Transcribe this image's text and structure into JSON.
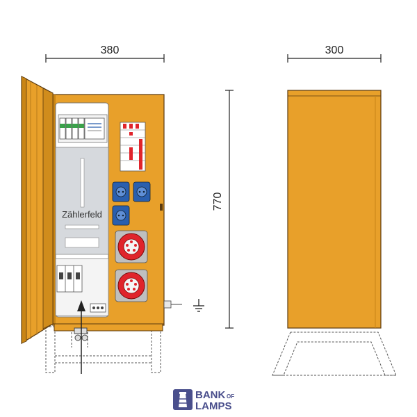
{
  "dimensions": {
    "width_front": "380",
    "depth_side": "300",
    "height": "770"
  },
  "panel": {
    "meter_field_label": "Zählerfeld"
  },
  "brand": {
    "line1": "BANK",
    "of": "OF",
    "line2": "LAMPS"
  },
  "colors": {
    "cabinet_orange": "#e8a02a",
    "cabinet_edge": "#5a3a10",
    "socket_blue": "#2a5fae",
    "cee_red": "#e0242b",
    "panel_grey": "#d6d9dd",
    "brand_purple": "#4a4f8c"
  },
  "icons": [
    "ground-symbol-icon",
    "lighthouse-logo-icon",
    "cable-entry-arrow-icon"
  ]
}
